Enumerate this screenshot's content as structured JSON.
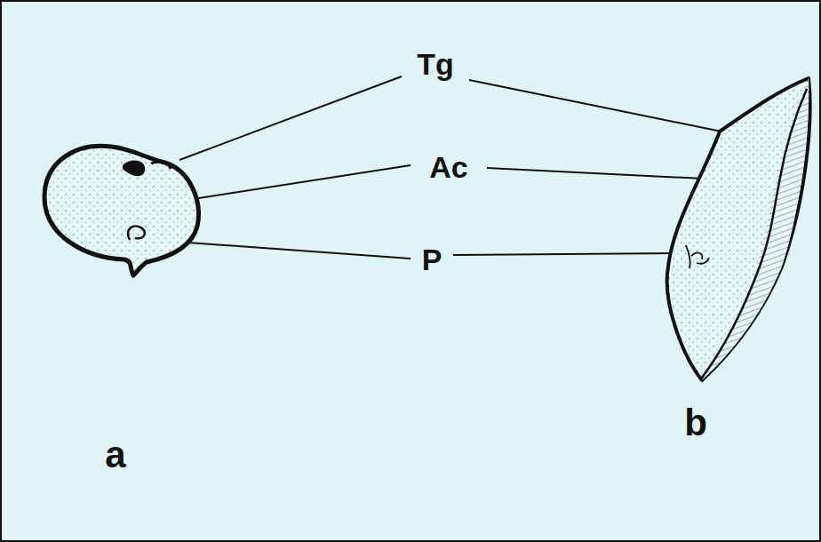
{
  "diagram": {
    "labels": [
      "Tg",
      "Ac",
      "P",
      "a",
      "b"
    ]
  }
}
